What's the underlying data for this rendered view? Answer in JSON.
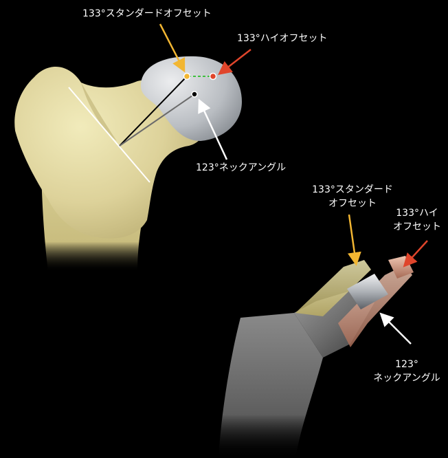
{
  "labels": {
    "femur_standard_offset": "133°スタンダードオフセット",
    "femur_high_offset": "133°ハイオフセット",
    "femur_neck_angle": "123°ネックアングル",
    "implant_standard_offset_line1": "133°スタンダード",
    "implant_standard_offset_line2": "オフセット",
    "implant_high_offset_line1": "133°ハイ",
    "implant_high_offset_line2": "オフセット",
    "implant_neck_angle_line1": "123°",
    "implant_neck_angle_line2": "ネックアングル"
  },
  "colors": {
    "background": "#000000",
    "standard_offset_arrow": "#f2b632",
    "high_offset_arrow": "#e0452b",
    "neck_angle_arrow": "#ffffff",
    "offset_connector": "#3fbf3f",
    "bone": "#e8dfa6",
    "femoral_head": "#c9cdd2",
    "implant_metal": "#8a8a8a",
    "implant_trunnion": "#c0c4c8",
    "implant_high_offset_tip": "#c98f78"
  }
}
